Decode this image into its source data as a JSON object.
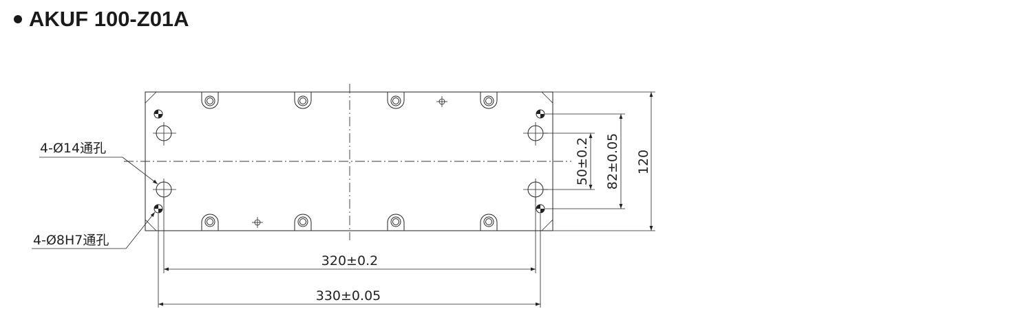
{
  "title": "AKUF 100-Z01A",
  "callouts": {
    "large_holes": "4-Ø14通孔",
    "pin_holes": "4-Ø8H7通孔"
  },
  "dimensions": {
    "outer_pitch": "330±0.05",
    "inner_pitch": "320±0.2",
    "width": "120",
    "pin_pitch_y": "82±0.05",
    "hole_pitch_y": "50±0.2"
  },
  "colors": {
    "line": "#222222",
    "text": "#222222"
  }
}
